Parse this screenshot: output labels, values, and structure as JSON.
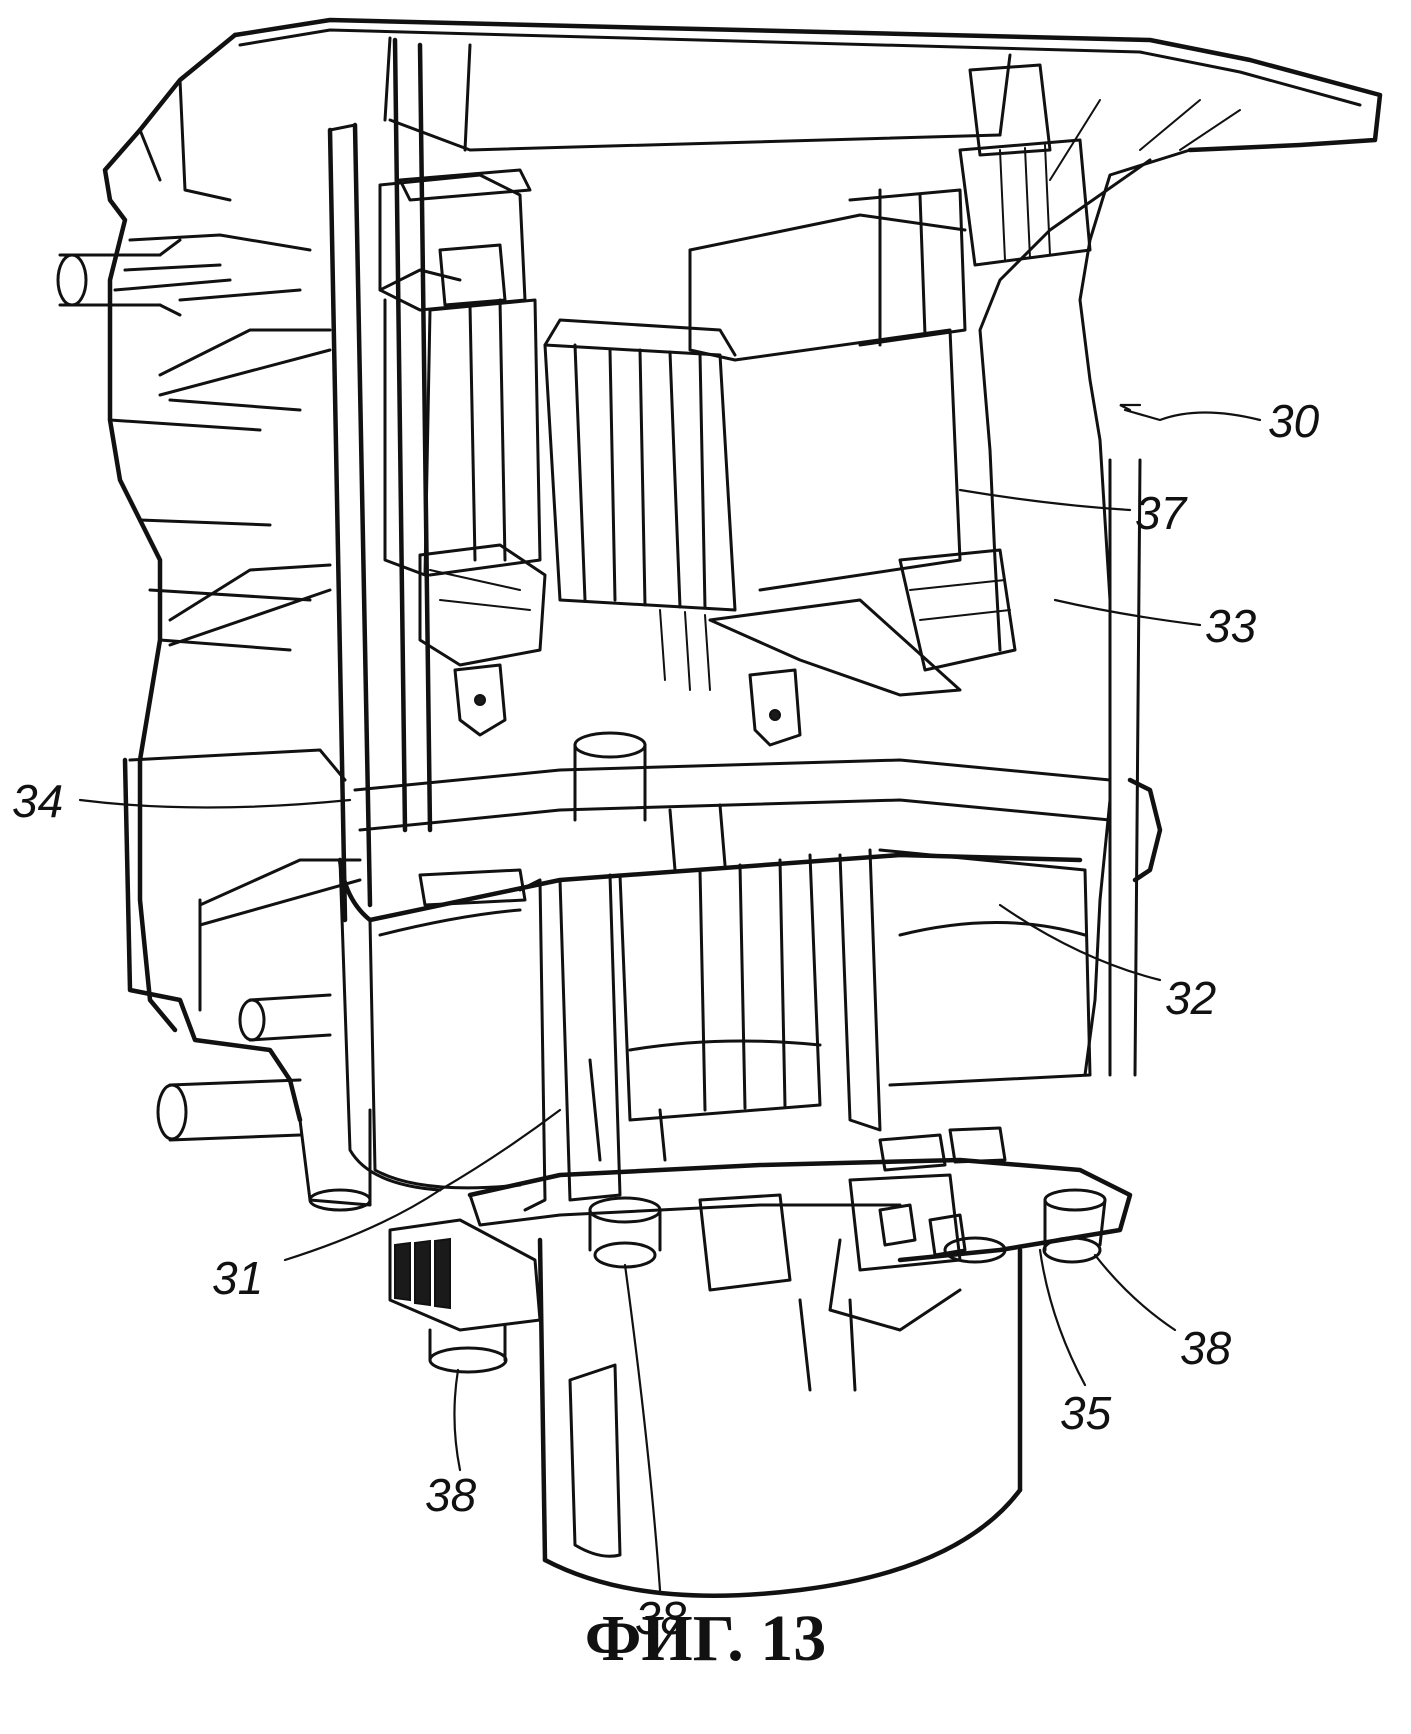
{
  "figure": {
    "caption": "ФИГ. 13"
  },
  "labels": {
    "ref_30": "30",
    "ref_37": "37",
    "ref_33": "33",
    "ref_34": "34",
    "ref_32": "32",
    "ref_31": "31",
    "ref_38_right": "38",
    "ref_35": "35",
    "ref_38_left": "38",
    "ref_38_center": "38"
  },
  "colors": {
    "ink": "#111111",
    "paper": "#ffffff"
  }
}
